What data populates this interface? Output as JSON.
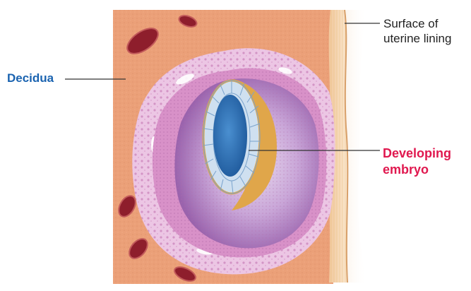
{
  "labels": {
    "decidua": "Decidua",
    "surface": [
      "Surface of",
      "uterine lining"
    ],
    "embryo": [
      "Developing",
      "embryo"
    ]
  },
  "colors": {
    "decidua_label": "#1a63b0",
    "embryo_label": "#e0184f",
    "tissue": "#eba078",
    "blood_vessel": "#8e1e2c",
    "trophoblast": "#e6bce0",
    "embryonic_disc": "#2f6db0",
    "amnion": "#e0a64a"
  }
}
